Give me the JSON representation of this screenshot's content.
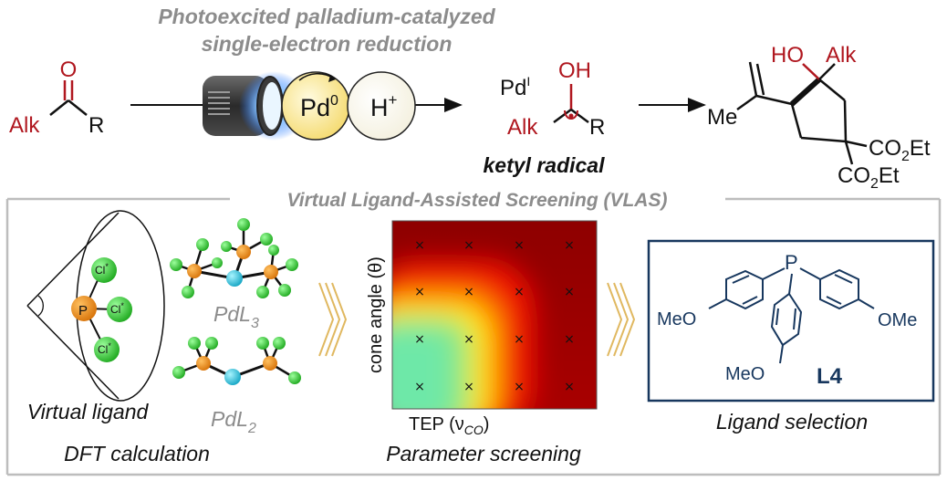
{
  "top": {
    "title_line1": "Photoexcited palladium-catalyzed",
    "title_line2": "single-electron reduction",
    "reactant": {
      "alk": "Alk",
      "o": "O",
      "r": "R"
    },
    "pd0": "Pd",
    "pd0_sup": "0",
    "h_plus": "H",
    "h_plus_sup": "+",
    "intermediate": {
      "pd": "Pd",
      "pd_sup": "I",
      "oh": "OH",
      "alk": "Alk",
      "r": "R"
    },
    "intermediate_label": "ketyl radical",
    "product": {
      "ho": "HO",
      "alk": "Alk",
      "me": "Me",
      "ester1": "CO",
      "ester1_sub": "2",
      "ester1_end": "Et",
      "ester2": "CO",
      "ester2_sub": "2",
      "ester2_end": "Et"
    }
  },
  "vlas": {
    "title": "Virtual Ligand-Assisted Screening (VLAS)",
    "virtual_ligand": {
      "p": "P",
      "cl": "Cl",
      "cl_sup": "*",
      "caption": "Virtual ligand"
    },
    "pdl3": {
      "base": "PdL",
      "sub": "3"
    },
    "pdl2": {
      "base": "PdL",
      "sub": "2"
    },
    "dft_caption": "DFT calculation",
    "heatmap": {
      "ylabel": "cone angle (θ)",
      "xlabel": "TEP (ν",
      "xlabel_sub": "CO",
      "xlabel_end": ")",
      "marker": "×"
    },
    "screening_caption": "Parameter screening",
    "ligand": {
      "p": "P",
      "meo_left": "MeO",
      "ome_right": "OMe",
      "meo_bottom": "MeO",
      "id": "L4"
    },
    "selection_caption": "Ligand selection"
  },
  "colors": {
    "accent_red": "#b0171f",
    "gray_title": "#8c8c8c",
    "navy": "#17375e",
    "pd_atom": "#20c0d8",
    "p_atom": "#e88a10",
    "cl_atom": "#2ecc2e",
    "chevron": "#e0b860"
  }
}
